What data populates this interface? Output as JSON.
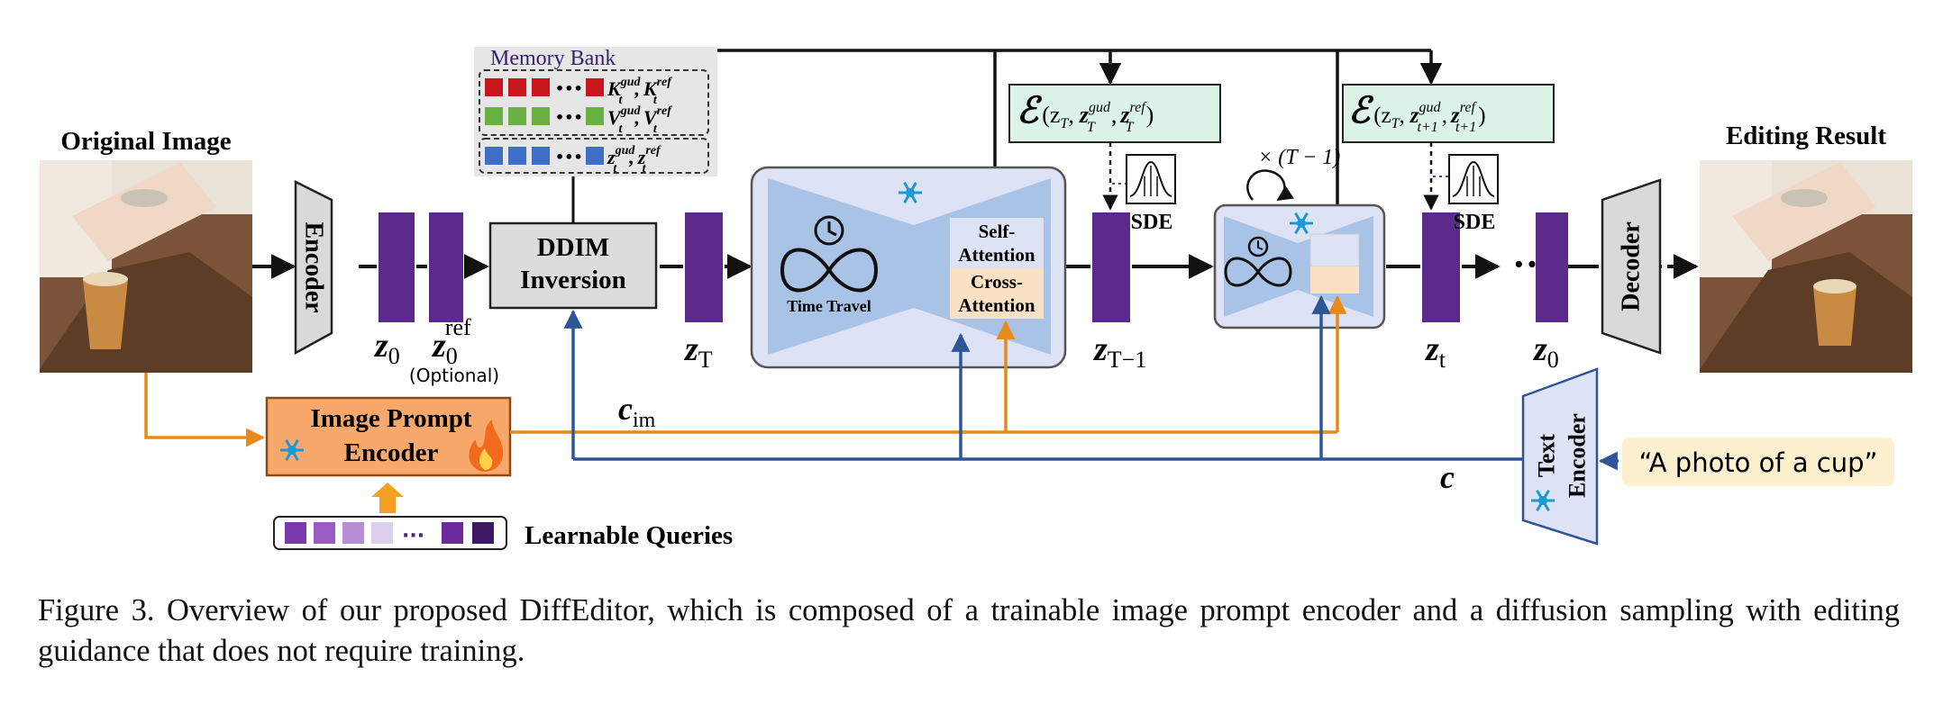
{
  "labels": {
    "original_image": "Original Image",
    "editing_result": "Editing Result",
    "encoder": "Encoder",
    "decoder": "Decoder",
    "ddim_line1": "DDIM",
    "ddim_line2": "Inversion",
    "memory_bank": "Memory Bank",
    "mem_k_base": "K",
    "mem_v_base": "V",
    "mem_z_base": "z",
    "sup_gud": "gud",
    "sup_ref": "ref",
    "sub_t": "t",
    "comma": ",",
    "dots": "•••",
    "time_travel": "Time Travel",
    "self_attention_1": "Self-",
    "self_attention_2": "Attention",
    "cross_attention_1": "Cross-",
    "cross_attention_2": "Attention",
    "sde": "SDE",
    "repeat": "× (T − 1)",
    "z": "z",
    "sub_0": "0",
    "sup_ref_upright": "ref",
    "optional": "(Optional)",
    "sub_T": "T",
    "sub_T1": "T−1",
    "sub_t_upright": "t",
    "sub_T_eq": "T",
    "sub_t1": "t+1",
    "energy_open": "(z",
    "energy_comma": ",",
    "energy_close": ")",
    "image_prompt_1": "Image Prompt",
    "image_prompt_2": "Encoder",
    "c_im_base": "c",
    "c_im_sub": "im",
    "c_text": "c",
    "text_encoder_1": "Text",
    "text_encoder_2": "Encoder",
    "prompt": "“A photo of a cup”",
    "learnable_queries": "Learnable Queries",
    "dots_small": "···"
  },
  "caption": "Figure 3. Overview of our proposed DiffEditor, which is composed of a trainable image prompt encoder and a diffusion sampling with editing guidance that does not require training.",
  "colors": {
    "latent": "#5b2a8a",
    "unet_fill": "#dde3f4",
    "unet_bow": "#a9c3e6",
    "energy_fill": "#dcf3e8",
    "prompt_fill": "#f7a86a",
    "orange": "#e88a1a",
    "blue_line": "#2e5597",
    "red": "#c8171c",
    "green": "#6bb043",
    "blue": "#3d6ec9",
    "text_fill": "#fdf0cf",
    "snow": "#1b9ad6"
  },
  "icons": [
    "snowflake-icon",
    "clock-icon",
    "infinity-icon",
    "fire-icon",
    "gaussian-icon",
    "loop-arrow-icon"
  ]
}
